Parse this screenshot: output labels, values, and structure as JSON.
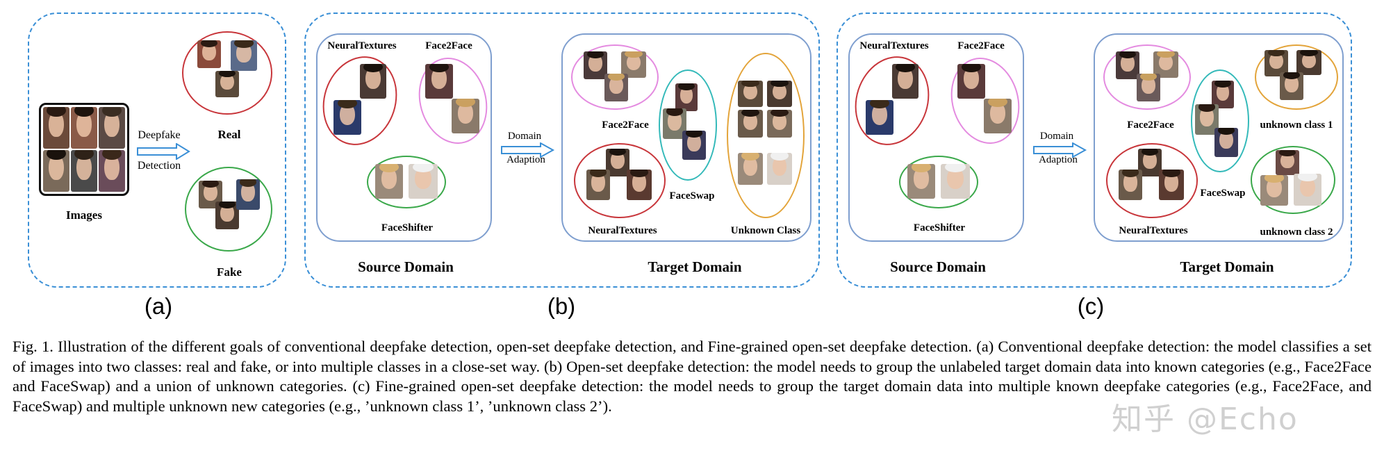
{
  "panel_a": {
    "images_label": "Images",
    "arrow_top": "Deepfake",
    "arrow_bottom": "Detection",
    "real_label": "Real",
    "fake_label": "Fake",
    "sublabel": "(a)"
  },
  "panel_b": {
    "source": {
      "neuraltextures": "NeuralTextures",
      "face2face": "Face2Face",
      "faceshifter": "FaceShifter",
      "title": "Source Domain"
    },
    "arrow_top": "Domain",
    "arrow_bottom": "Adaption",
    "target": {
      "face2face": "Face2Face",
      "faceswap": "FaceSwap",
      "neuraltextures": "NeuralTextures",
      "unknown": "Unknown Class",
      "title": "Target Domain"
    },
    "sublabel": "(b)"
  },
  "panel_c": {
    "source": {
      "neuraltextures": "NeuralTextures",
      "face2face": "Face2Face",
      "faceshifter": "FaceShifter",
      "title": "Source Domain"
    },
    "arrow_top": "Domain",
    "arrow_bottom": "Adaption",
    "target": {
      "face2face": "Face2Face",
      "faceswap": "FaceSwap",
      "neuraltextures": "NeuralTextures",
      "unknown1": "unknown class 1",
      "unknown2": "unknown class 2",
      "title": "Target Domain"
    },
    "sublabel": "(c)"
  },
  "colors": {
    "dashed_border": "#3a8fd6",
    "domain_box": "#7f9fcf",
    "red": "#c8363b",
    "pink": "#e48be0",
    "green": "#3aa84a",
    "cyan": "#33b9b9",
    "orange": "#e3a43a",
    "arrow": "#3a8fd6"
  },
  "caption": {
    "text": "Fig. 1.  Illustration of the different goals of conventional deepfake detection, open-set deepfake detection, and Fine-grained open-set deepfake detection. (a) Conventional deepfake detection: the model classifies a set of images into two classes: real and fake, or into multiple classes in a close-set way. (b) Open-set deepfake detection: the model needs to group the unlabeled target domain data into known categories (e.g., Face2Face and FaceSwap) and a union of unknown categories. (c) Fine-grained open-set deepfake detection: the model needs to group the target domain data into multiple known deepfake categories (e.g., Face2Face, and FaceSwap) and multiple unknown new categories (e.g., ’unknown class 1’, ’unknown class 2’)."
  },
  "watermark": "知乎 @Echo"
}
